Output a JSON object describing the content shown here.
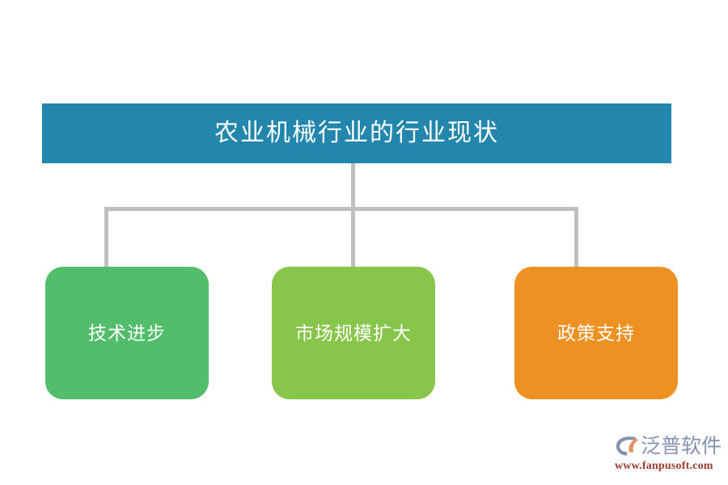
{
  "diagram": {
    "title": "农业机械行业的行业现状",
    "title_bar_color": "#2387AD",
    "connector_color": "#BFBFBF",
    "background_color": "#FFFFFF",
    "nodes": [
      {
        "label": "技术进步",
        "color": "#52BE6C"
      },
      {
        "label": "市场规模扩大",
        "color": "#87C64B"
      },
      {
        "label": "政策支持",
        "color": "#ED9122"
      }
    ]
  },
  "brand": {
    "name": "泛普软件",
    "url": "www.fanpusoft.com",
    "name_color": "#8693B0",
    "url_color": "#9C3B2E",
    "mark_color": "#8693B0",
    "mark_accent_color": "#E2915E"
  }
}
